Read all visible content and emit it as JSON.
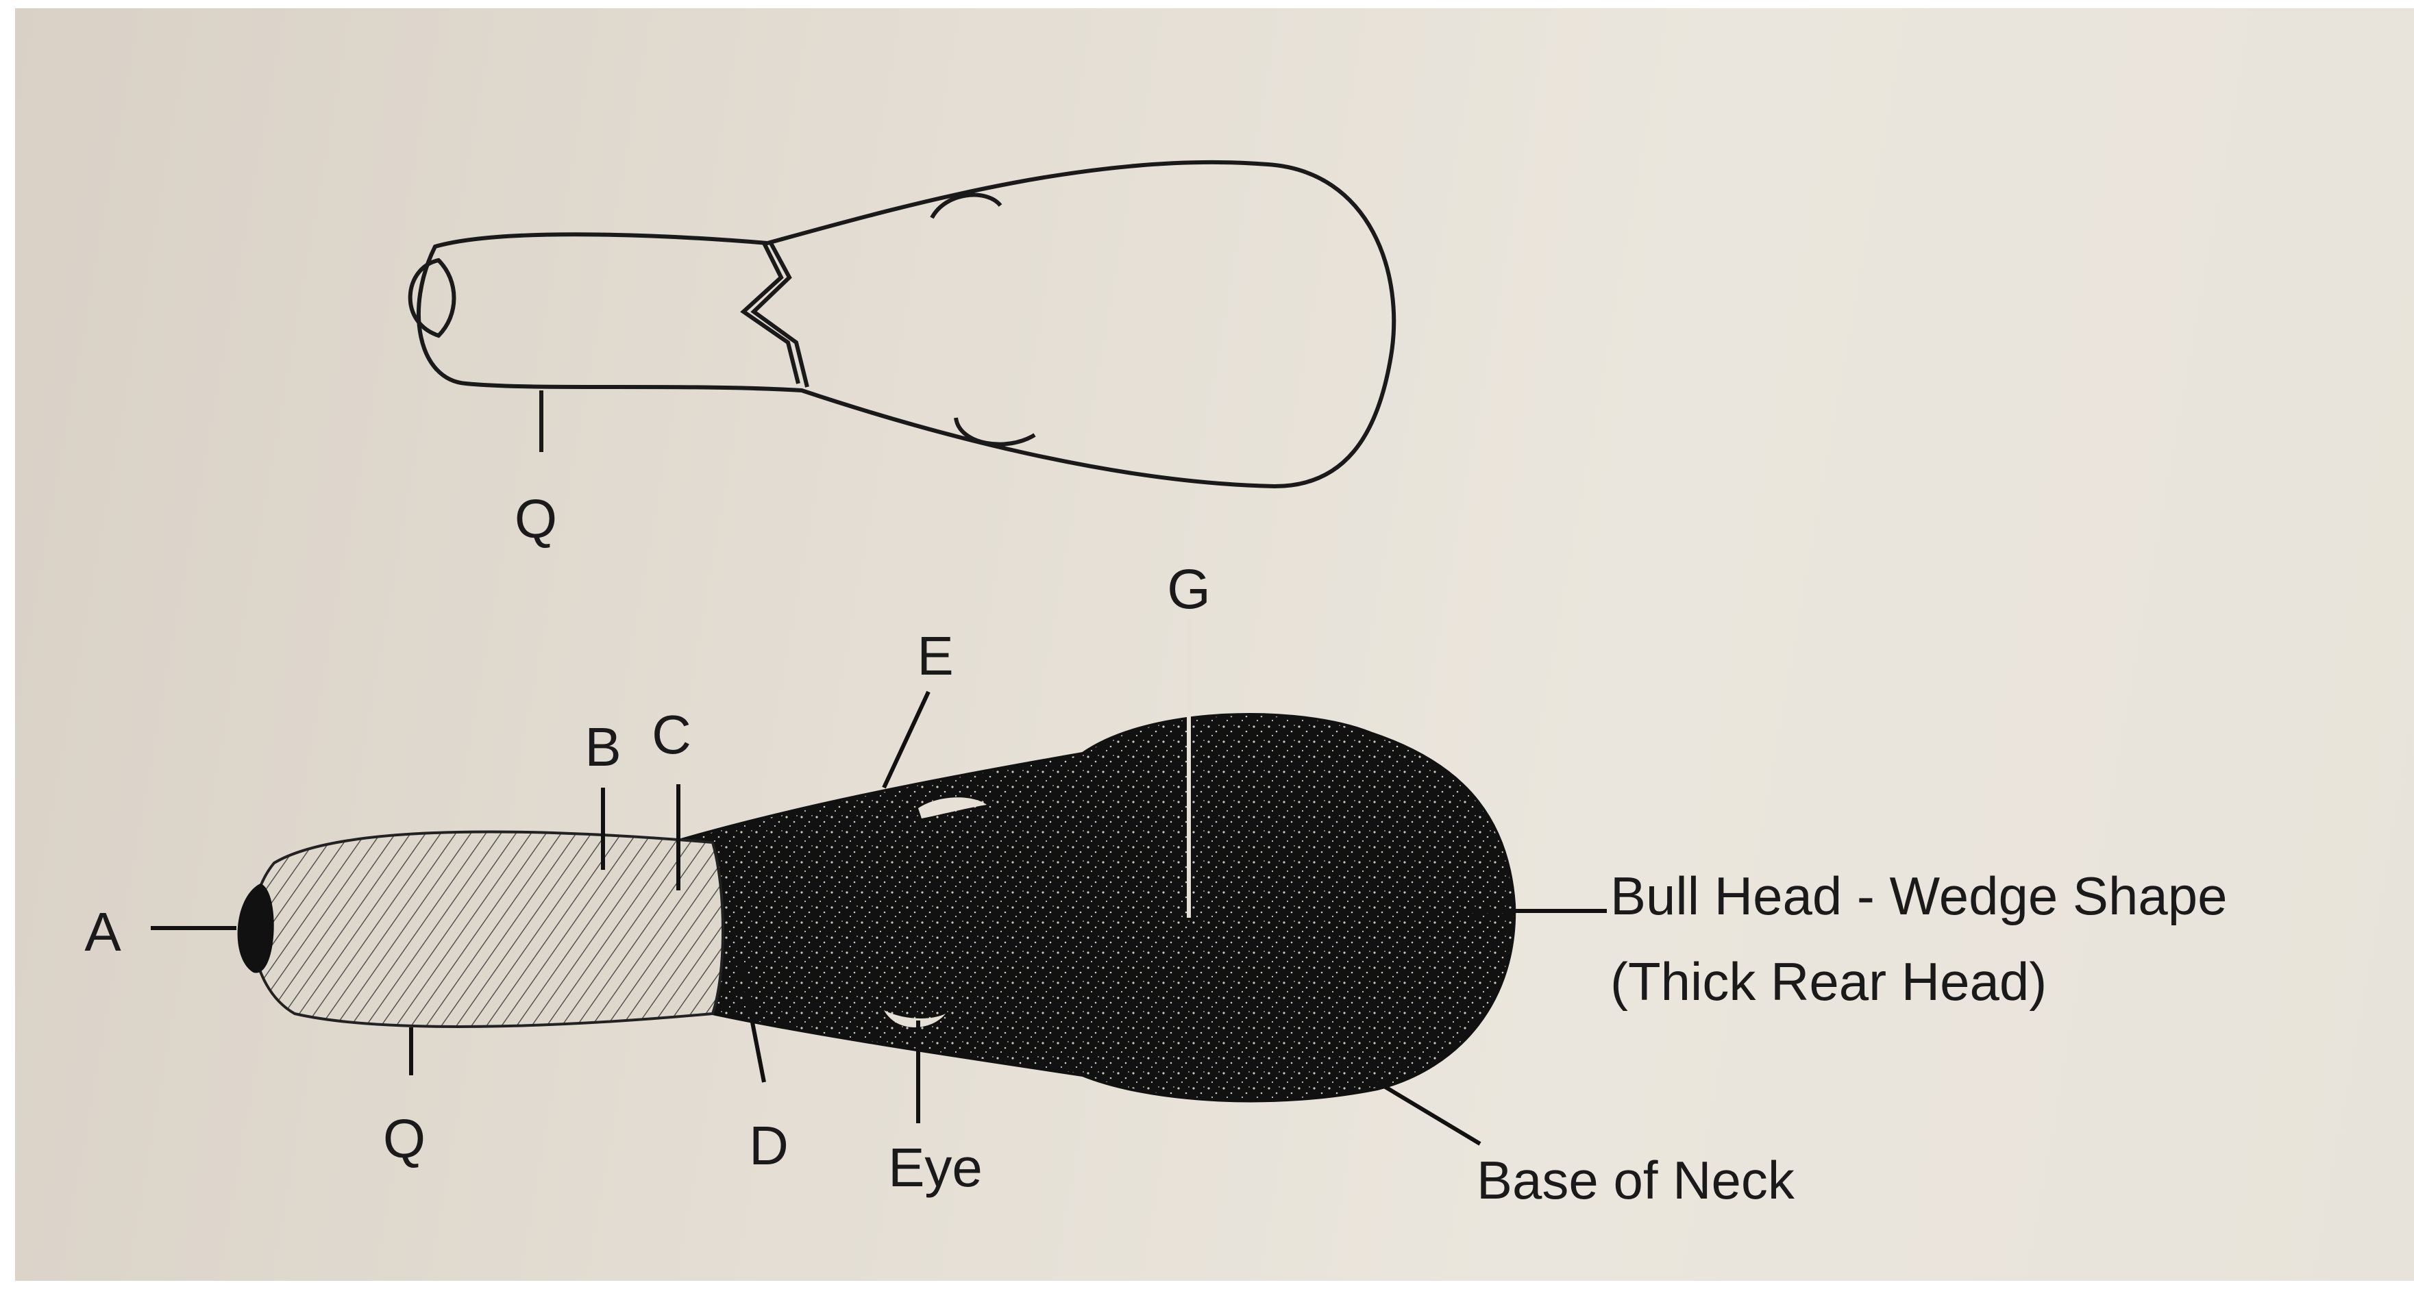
{
  "diagram": {
    "top_view": {
      "q_label": "Q"
    },
    "side_view": {
      "labels": {
        "a": "A",
        "b": "B",
        "c": "C",
        "d": "D",
        "e": "E",
        "g": "G",
        "q": "Q",
        "eye": "Eye",
        "bull_head_line1": "Bull Head - Wedge Shape",
        "bull_head_line2": "(Thick Rear Head)",
        "base_of_neck": "Base of Neck"
      }
    },
    "colors": {
      "paper": "#e6e0d6",
      "ink": "#111111",
      "speckle": "#d8d2c8"
    }
  }
}
